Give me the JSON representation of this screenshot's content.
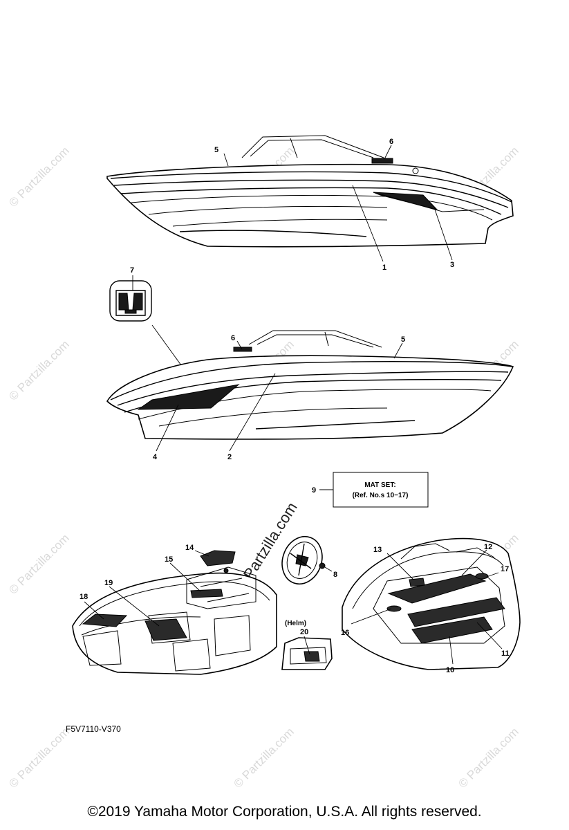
{
  "watermark": {
    "text": "© Partzilla.com",
    "center_text": "© Partzilla.com"
  },
  "callouts": {
    "c1": "1",
    "c2": "2",
    "c3": "3",
    "c4": "4",
    "c5a": "5",
    "c5b": "5",
    "c6a": "6",
    "c6b": "6",
    "c7": "7",
    "c8": "8",
    "c9": "9",
    "c10": "10",
    "c11": "11",
    "c12": "12",
    "c13": "13",
    "c14": "14",
    "c15": "15",
    "c16": "16",
    "c17": "17",
    "c18": "18",
    "c19": "19",
    "c20": "20"
  },
  "mat_set": {
    "line1": "MAT SET:",
    "line2": "(Ref. No.s 10−17)"
  },
  "helm_label": "(Helm)",
  "diagram_code": "F5V7110-V370",
  "copyright": "©2019  Yamaha Motor Corporation, U.S.A. All rights reserved."
}
